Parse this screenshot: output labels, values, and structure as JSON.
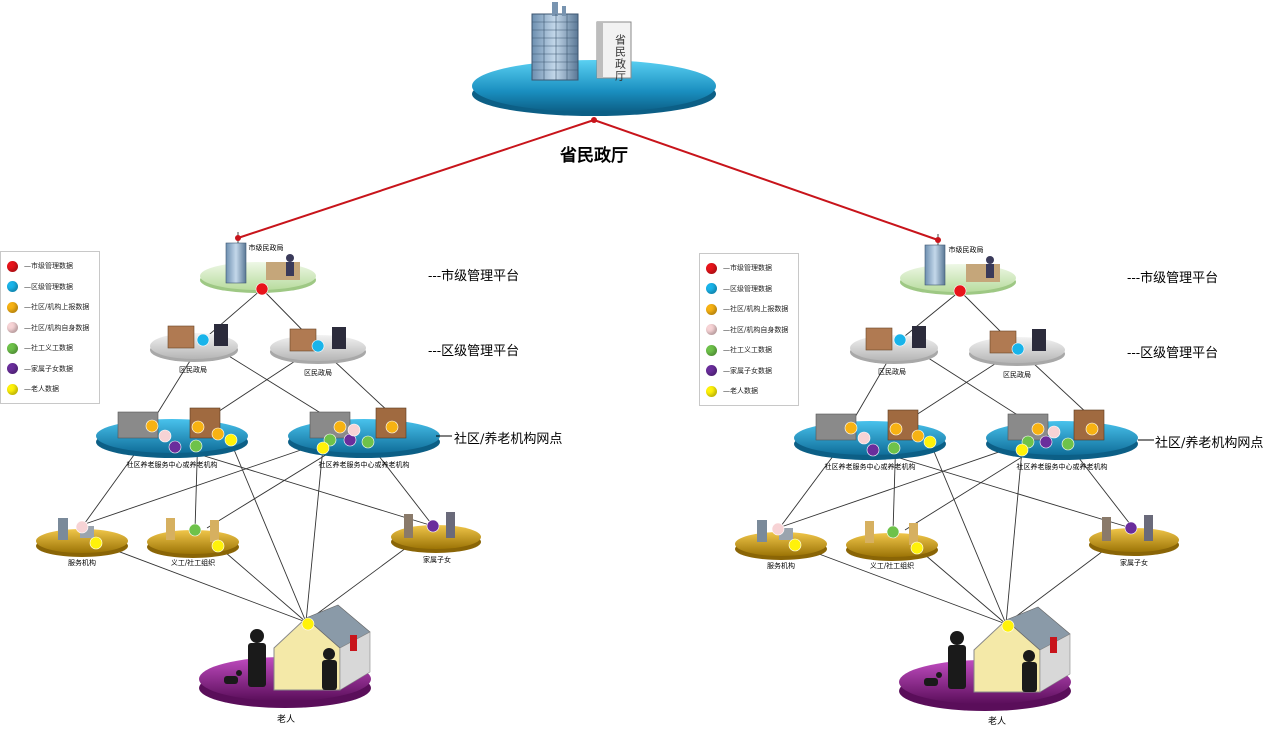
{
  "top": {
    "title": "省民政厅",
    "sign_text": "省民政厅"
  },
  "levels": {
    "city": "---市级管理平台",
    "district": "---区级管理平台",
    "community": "社区/养老机构网点"
  },
  "node_labels": {
    "city_bureau": "市级民政局",
    "district_bureau_1": "区民政局",
    "district_bureau_2": "区民政局",
    "community_center_1": "社区养老服务中心或养老机构",
    "community_center_2": "社区养老服务中心或养老机构",
    "service_org": "服务机构",
    "volunteer": "义工/社工组织",
    "family": "家属子女",
    "elderly": "老人"
  },
  "legend": [
    {
      "label": "—市级管理数据",
      "color": "#e8141b"
    },
    {
      "label": "—区级管理数据",
      "color": "#19b4ea"
    },
    {
      "label": "—社区/机构上报数据",
      "color": "#f7b213"
    },
    {
      "label": "—社区/机构自身数据",
      "color": "#f7d3d5"
    },
    {
      "label": "—社工义工数据",
      "color": "#6ec24a"
    },
    {
      "label": "—家属子女数据",
      "color": "#6a2d9c"
    },
    {
      "label": "—老人数据",
      "color": "#fff20a"
    }
  ],
  "colors": {
    "province_disc": "#1a8fc0",
    "city_disc": "#d5ecc4",
    "district_disc": "#d3d3d3",
    "community_disc": "#1887b8",
    "third_disc": "#c89a0e",
    "elderly_disc": "#8a1c86",
    "link_red": "#c8141b",
    "link_dark": "#333333"
  }
}
